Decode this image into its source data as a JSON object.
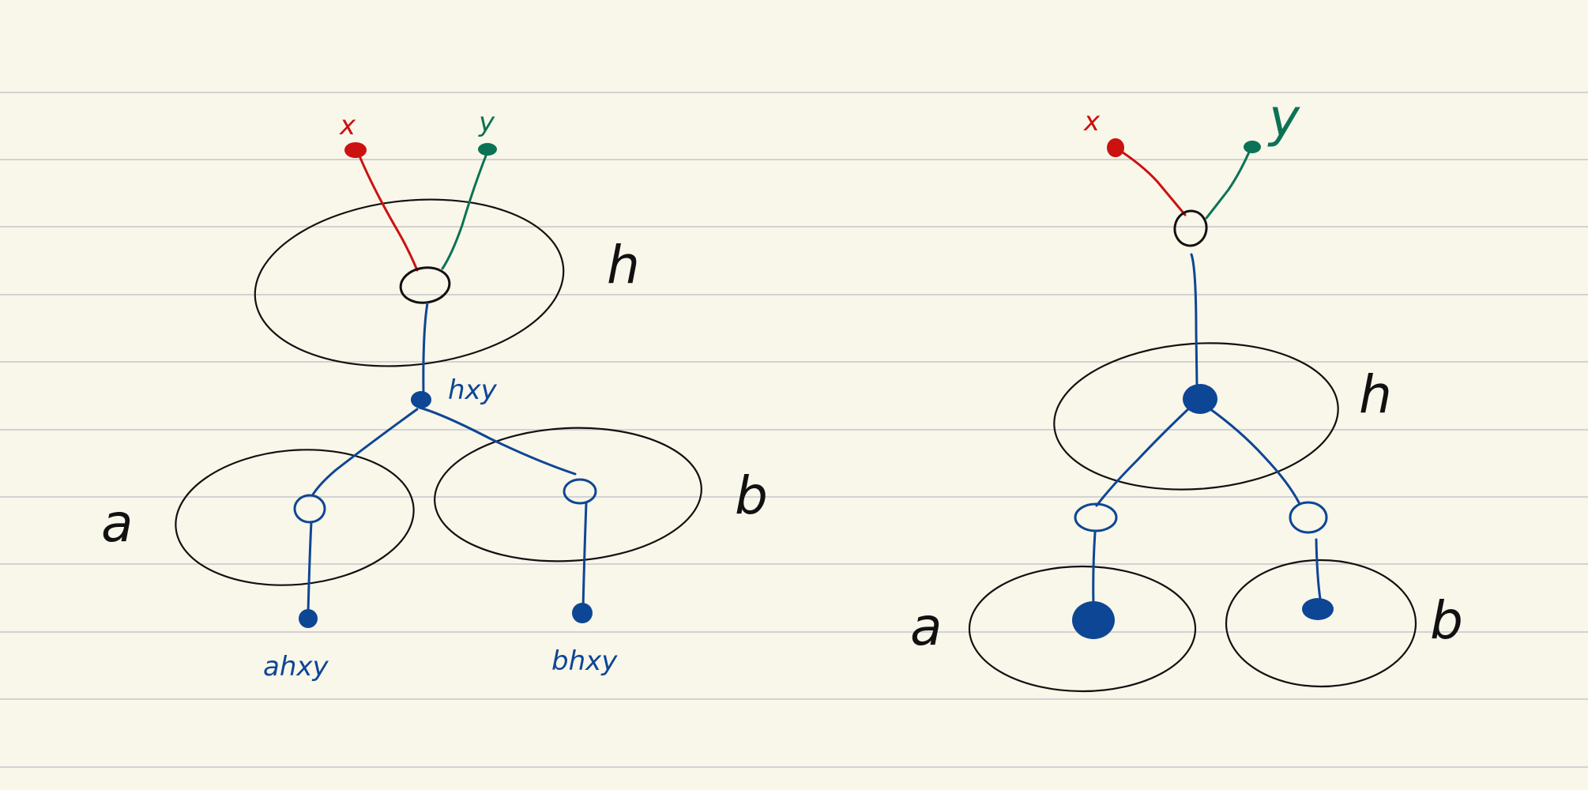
{
  "colors": {
    "paper": "#f9f6ea",
    "rule": "#d2d2d2",
    "ink": "#111111",
    "red": "#cc1111",
    "green": "#0b7355",
    "blue": "#0d4694"
  },
  "left_diagram": {
    "input_x": "x",
    "input_y": "y",
    "region_h": "h",
    "region_a": "a",
    "region_b": "b",
    "node_h_output": "hxy",
    "output_a": "ahxy",
    "output_b": "bhxy"
  },
  "right_diagram": {
    "input_x": "x",
    "input_y": "y",
    "region_h": "h",
    "region_a": "a",
    "region_b": "b"
  }
}
